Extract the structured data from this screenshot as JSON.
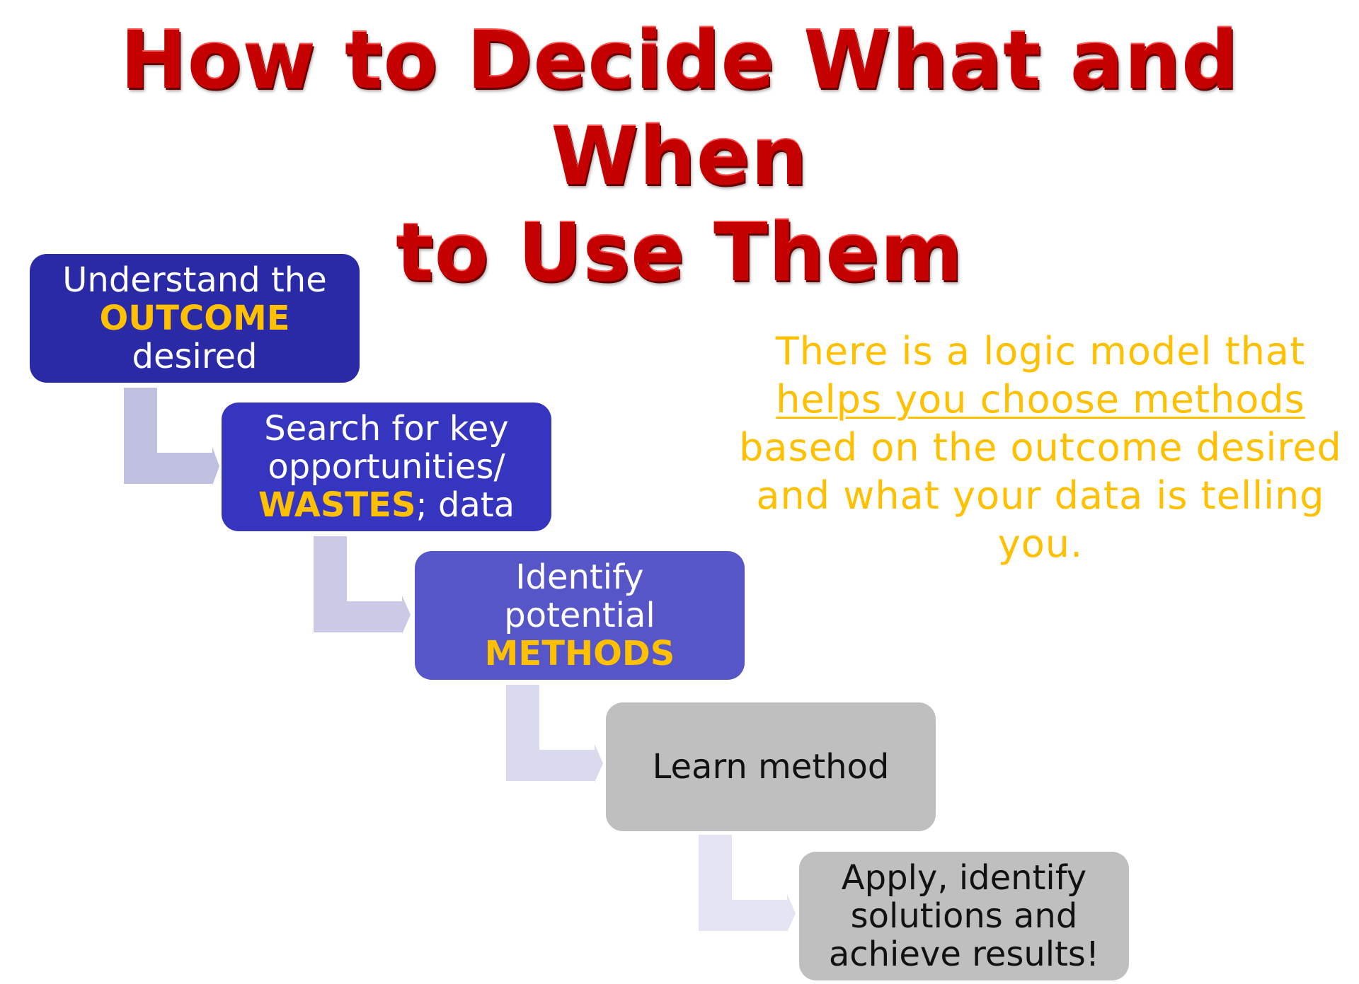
{
  "title": {
    "line1": "How to Decide What and When",
    "line2": "to Use Them"
  },
  "steps": [
    {
      "pre": "Understand the",
      "highlight": "OUTCOME",
      "post": "desired"
    },
    {
      "pre": "Search for key",
      "pre2": "opportunities/",
      "highlight": "WASTES",
      "post": "; data"
    },
    {
      "pre": "Identify",
      "pre2": "potential",
      "highlight": "METHODS"
    },
    {
      "text": "Learn method"
    },
    {
      "line1": "Apply, identify",
      "line2": "solutions and",
      "line3": "achieve results!"
    }
  ],
  "note": {
    "line1": "There is a logic model that",
    "underlined": "helps you choose methods",
    "line3": "based on the outcome desired",
    "line4": "and what your data is telling",
    "line5": "you."
  },
  "colors": {
    "title": "#c40000",
    "highlight": "#ffc000",
    "step1": "#2b2aa6",
    "step2": "#3535c0",
    "step3": "#5656c8",
    "step_gray": "#bfbfbf",
    "connector1": "#c0c0e0",
    "connector2": "#cacae6",
    "connector3": "#dadaee",
    "connector4": "#e4e4f2"
  }
}
